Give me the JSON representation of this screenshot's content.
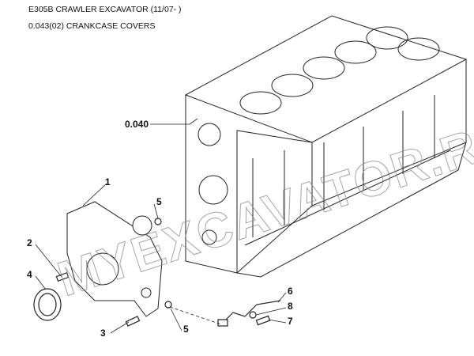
{
  "header": {
    "model": "E305B CRAWLER EXCAVATOR (11/07- )",
    "section": "0.043(02) CRANKCASE COVERS"
  },
  "callouts": [
    {
      "id": "block",
      "text": "0.040"
    },
    {
      "id": "cover",
      "text": "1"
    },
    {
      "id": "bolt-2",
      "text": "2"
    },
    {
      "id": "bolt-3",
      "text": "3"
    },
    {
      "id": "seal",
      "text": "4"
    },
    {
      "id": "dowel-a",
      "text": "5"
    },
    {
      "id": "dowel-b",
      "text": "5"
    },
    {
      "id": "sensor",
      "text": "6"
    },
    {
      "id": "bolt-7",
      "text": "7"
    },
    {
      "id": "washer",
      "text": "8"
    }
  ],
  "watermark": "MYEXCAVATOR.RU"
}
